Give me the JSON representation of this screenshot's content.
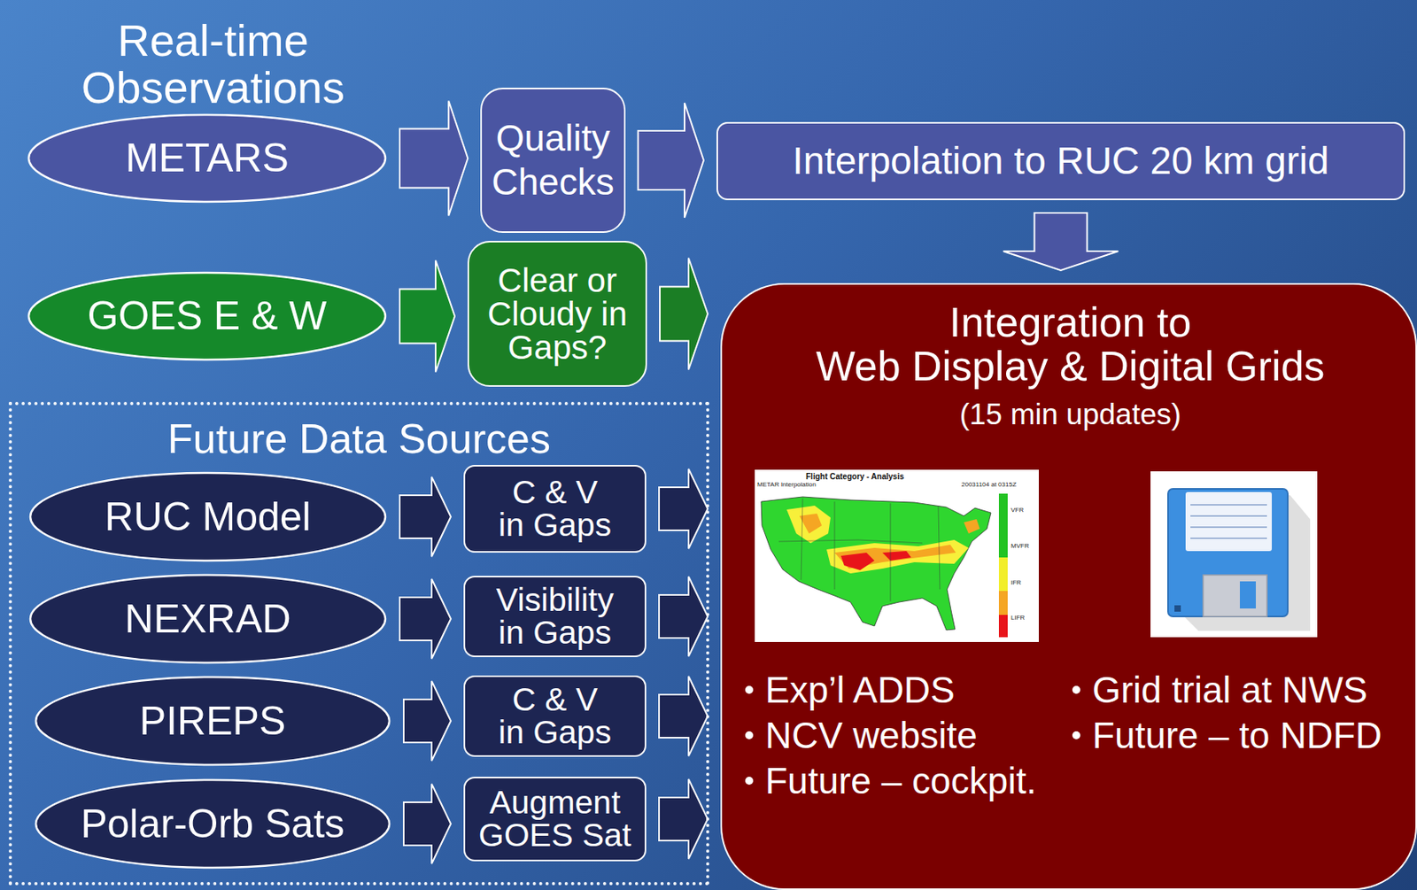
{
  "diagram": {
    "nodes": [
      {
        "text": [
          "METARS"
        ]
      },
      {
        "text": [
          "Quality Checks"
        ]
      },
      {
        "text": [
          "Interpolation to RUC 20 km grid"
        ]
      },
      {
        "text": [
          "GOES E & W"
        ]
      },
      {
        "text": [
          "Clear or Cloudy in Gaps?"
        ]
      },
      {
        "text": [
          "Integration to Web Display & Digital Grids",
          "(15 min updates)",
          "Exp’l ADDS",
          "NCV website",
          "Future – cockpit.",
          "Grid trial at NWS",
          "Future – to NDFD"
        ]
      },
      {
        "text": [
          "Future Data Sources"
        ]
      },
      {
        "text": [
          "RUC Model"
        ],
        "in": 6
      },
      {
        "text": [
          "C & V in Gaps"
        ],
        "in": 6
      },
      {
        "text": [
          "NEXRAD"
        ],
        "in": 6
      },
      {
        "text": [
          "Visibility in Gaps"
        ],
        "in": 6
      },
      {
        "text": [
          "PIREPS"
        ],
        "in": 6
      },
      {
        "text": [
          "C & V in Gaps"
        ],
        "in": 6
      },
      {
        "text": [
          "Polar-Orb Sats"
        ],
        "in": 6
      },
      {
        "text": [
          "Augment GOES Sat"
        ],
        "in": 6
      }
    ],
    "edges": [
      {
        "from": 0,
        "to": 1,
        "arrow": "to"
      },
      {
        "from": 1,
        "to": 2,
        "arrow": "to"
      },
      {
        "from": 2,
        "to": 5,
        "arrow": "to"
      },
      {
        "from": 3,
        "to": 4,
        "arrow": "to"
      },
      {
        "from": 4,
        "to": 5,
        "arrow": "to"
      },
      {
        "from": 7,
        "to": 8,
        "arrow": "to"
      },
      {
        "from": 8,
        "to": 5,
        "arrow": "to"
      },
      {
        "from": 9,
        "to": 10,
        "arrow": "to"
      },
      {
        "from": 10,
        "to": 5,
        "arrow": "to"
      },
      {
        "from": 11,
        "to": 12,
        "arrow": "to"
      },
      {
        "from": 12,
        "to": 5,
        "arrow": "to"
      },
      {
        "from": 13,
        "to": 14,
        "arrow": "to"
      },
      {
        "from": 14,
        "to": 5,
        "arrow": "to"
      }
    ],
    "labels": [
      "Real-time Observations",
      "Flight Category - Analysis",
      "METAR Interpolation",
      "20031104 at 0315Z",
      "VFR",
      "MVFR",
      "IFR",
      "LIFR"
    ]
  }
}
